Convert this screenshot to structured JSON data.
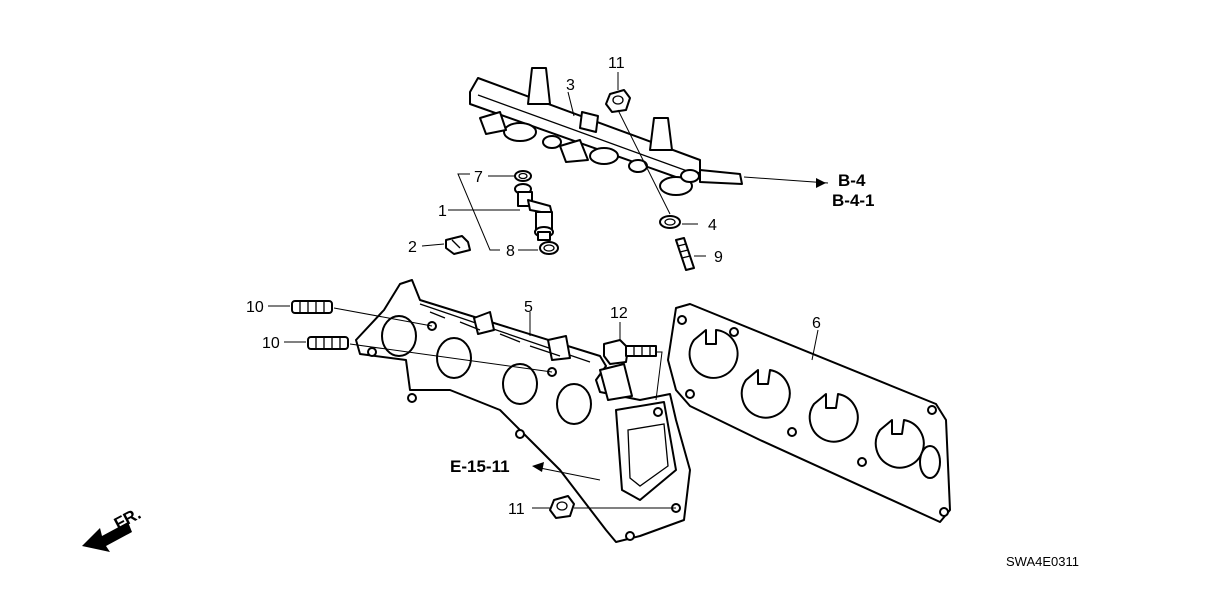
{
  "diagram": {
    "callouts": {
      "c1": "1",
      "c2": "2",
      "c3": "3",
      "c4": "4",
      "c5": "5",
      "c6": "6",
      "c7": "7",
      "c8": "8",
      "c9": "9",
      "c10a": "10",
      "c10b": "10",
      "c11a": "11",
      "c11b": "11",
      "c12": "12"
    },
    "refs": {
      "b4": "B-4",
      "b41": "B-4-1",
      "e1511": "E-15-11"
    },
    "front_label": "FR.",
    "code": "SWA4E0311"
  }
}
